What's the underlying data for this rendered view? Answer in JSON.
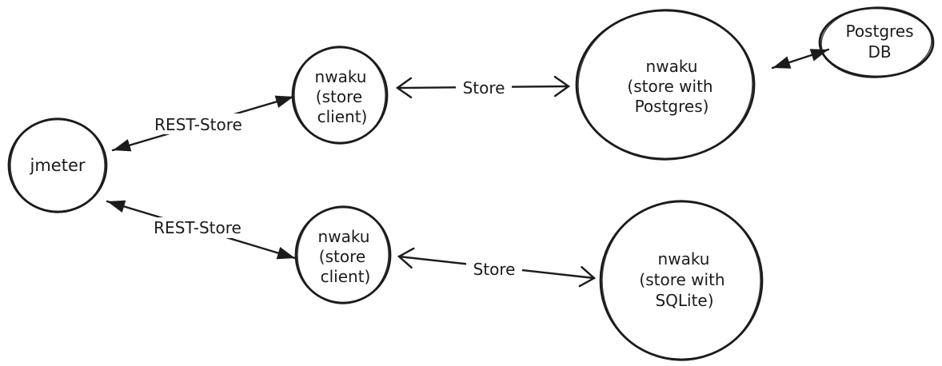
{
  "colors": {
    "background": "#ffffff",
    "stroke": "#1b1b1b"
  },
  "nodes": {
    "jmeter": {
      "lines": [
        "jmeter"
      ]
    },
    "store_client_top": {
      "lines": [
        "nwaku",
        "(store",
        "client)"
      ]
    },
    "store_client_bottom": {
      "lines": [
        "nwaku",
        "(store",
        "client)"
      ]
    },
    "store_postgres": {
      "lines": [
        "nwaku",
        "(store with",
        "Postgres)"
      ]
    },
    "store_sqlite": {
      "lines": [
        "nwaku",
        "(store with",
        "SQLite)"
      ]
    },
    "postgres_db": {
      "lines": [
        "Postgres",
        "DB"
      ]
    }
  },
  "edges": {
    "rest_store_top": {
      "label": "REST-Store"
    },
    "rest_store_bottom": {
      "label": "REST-Store"
    },
    "store_top": {
      "label": "Store"
    },
    "store_bottom": {
      "label": "Store"
    }
  }
}
